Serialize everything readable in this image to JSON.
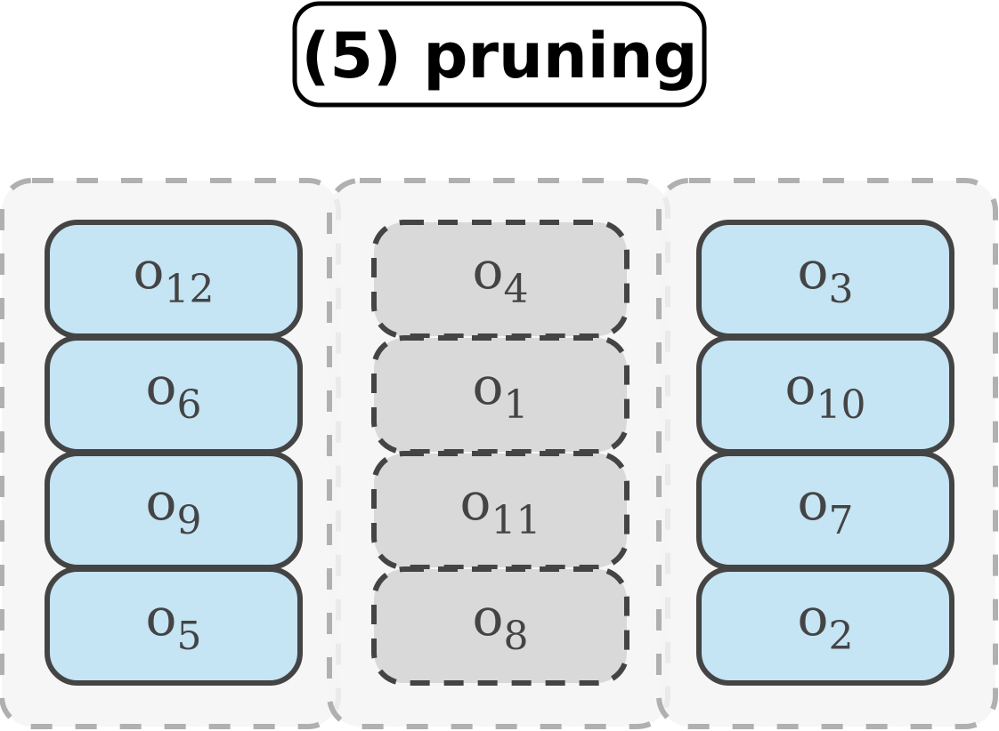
{
  "title": "(5) pruning",
  "colors": {
    "kept_fill": "#c5e4f4",
    "pruned_fill": "#d9d9d9",
    "node_stroke": "#444444",
    "group_fill": "#f5f5f5",
    "group_stroke": "#b0b0b0"
  },
  "groups": [
    {
      "name": "group-left",
      "ops": [
        {
          "label": "o",
          "sub": "12",
          "state": "kept"
        },
        {
          "label": "o",
          "sub": "6",
          "state": "kept"
        },
        {
          "label": "o",
          "sub": "9",
          "state": "kept"
        },
        {
          "label": "o",
          "sub": "5",
          "state": "kept"
        }
      ]
    },
    {
      "name": "group-middle",
      "ops": [
        {
          "label": "o",
          "sub": "4",
          "state": "pruned"
        },
        {
          "label": "o",
          "sub": "1",
          "state": "pruned"
        },
        {
          "label": "o",
          "sub": "11",
          "state": "pruned"
        },
        {
          "label": "o",
          "sub": "8",
          "state": "pruned"
        }
      ]
    },
    {
      "name": "group-right",
      "ops": [
        {
          "label": "o",
          "sub": "3",
          "state": "kept"
        },
        {
          "label": "o",
          "sub": "10",
          "state": "kept"
        },
        {
          "label": "o",
          "sub": "7",
          "state": "kept"
        },
        {
          "label": "o",
          "sub": "2",
          "state": "kept"
        }
      ]
    }
  ]
}
